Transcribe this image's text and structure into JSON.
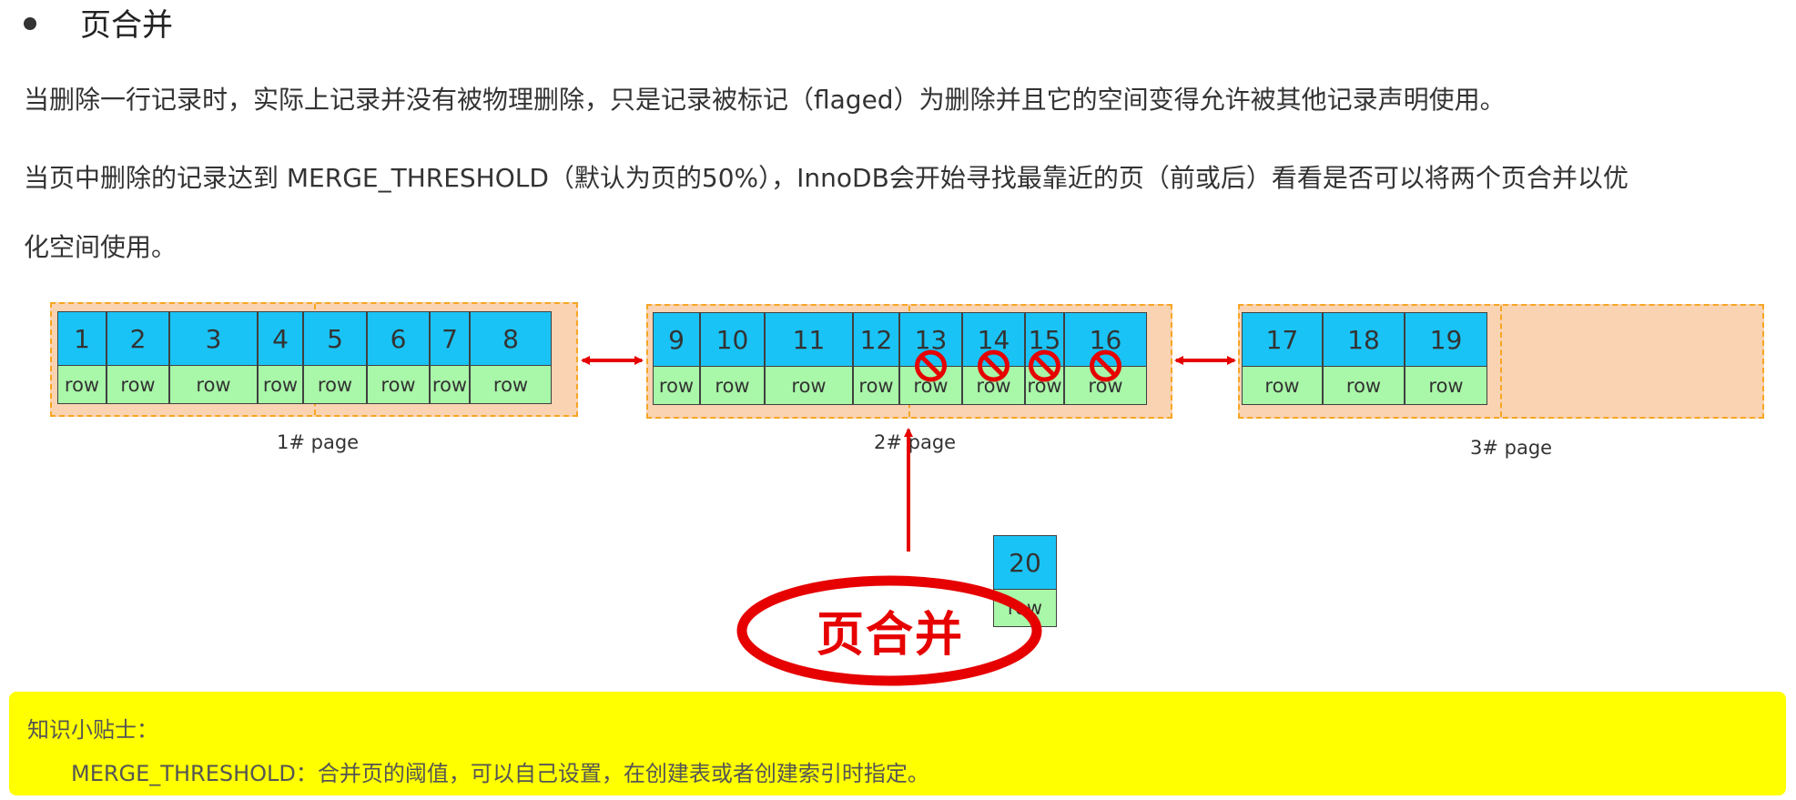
{
  "heading": "页合并",
  "paragraphs": {
    "p1": "当删除一行记录时，实际上记录并没有被物理删除，只是记录被标记（flaged）为删除并且它的空间变得允许被其他记录声明使用。",
    "p2": "当页中删除的记录达到 MERGE_THRESHOLD（默认为页的50%），InnoDB会开始寻找最靠近的页（前或后）看看是否可以将两个页合并以优",
    "p3": "化空间使用。"
  },
  "pages": [
    {
      "label": "1#  page",
      "records": [
        "1",
        "2",
        "3",
        "4",
        "5",
        "6",
        "7",
        "8"
      ],
      "row_label": "row"
    },
    {
      "label": "2#  page",
      "records": [
        "9",
        "10",
        "11",
        "12",
        "13",
        "14",
        "15",
        "16"
      ],
      "row_label": "row",
      "deleted": [
        "13",
        "14",
        "15",
        "16"
      ]
    },
    {
      "label": "3#  page",
      "records": [
        "17",
        "18",
        "19"
      ],
      "row_label": "row"
    }
  ],
  "moving_record": {
    "number": "20",
    "row_label": "row"
  },
  "callout": "页合并",
  "tip": {
    "title": "知识小贴士：",
    "body": "MERGE_THRESHOLD：合并页的阈值，可以自己设置，在创建表或者创建索引时指定。"
  },
  "colors": {
    "record_header": "#1ac3f6",
    "record_row": "#a9f7a8",
    "page_bg": "#fad3b2",
    "page_border": "#f5a623",
    "arrow": "#e60000",
    "tip_bg": "#ffff00"
  },
  "icons": [
    "delete-prohibited-icon",
    "double-arrow-icon",
    "up-arrow-icon"
  ]
}
